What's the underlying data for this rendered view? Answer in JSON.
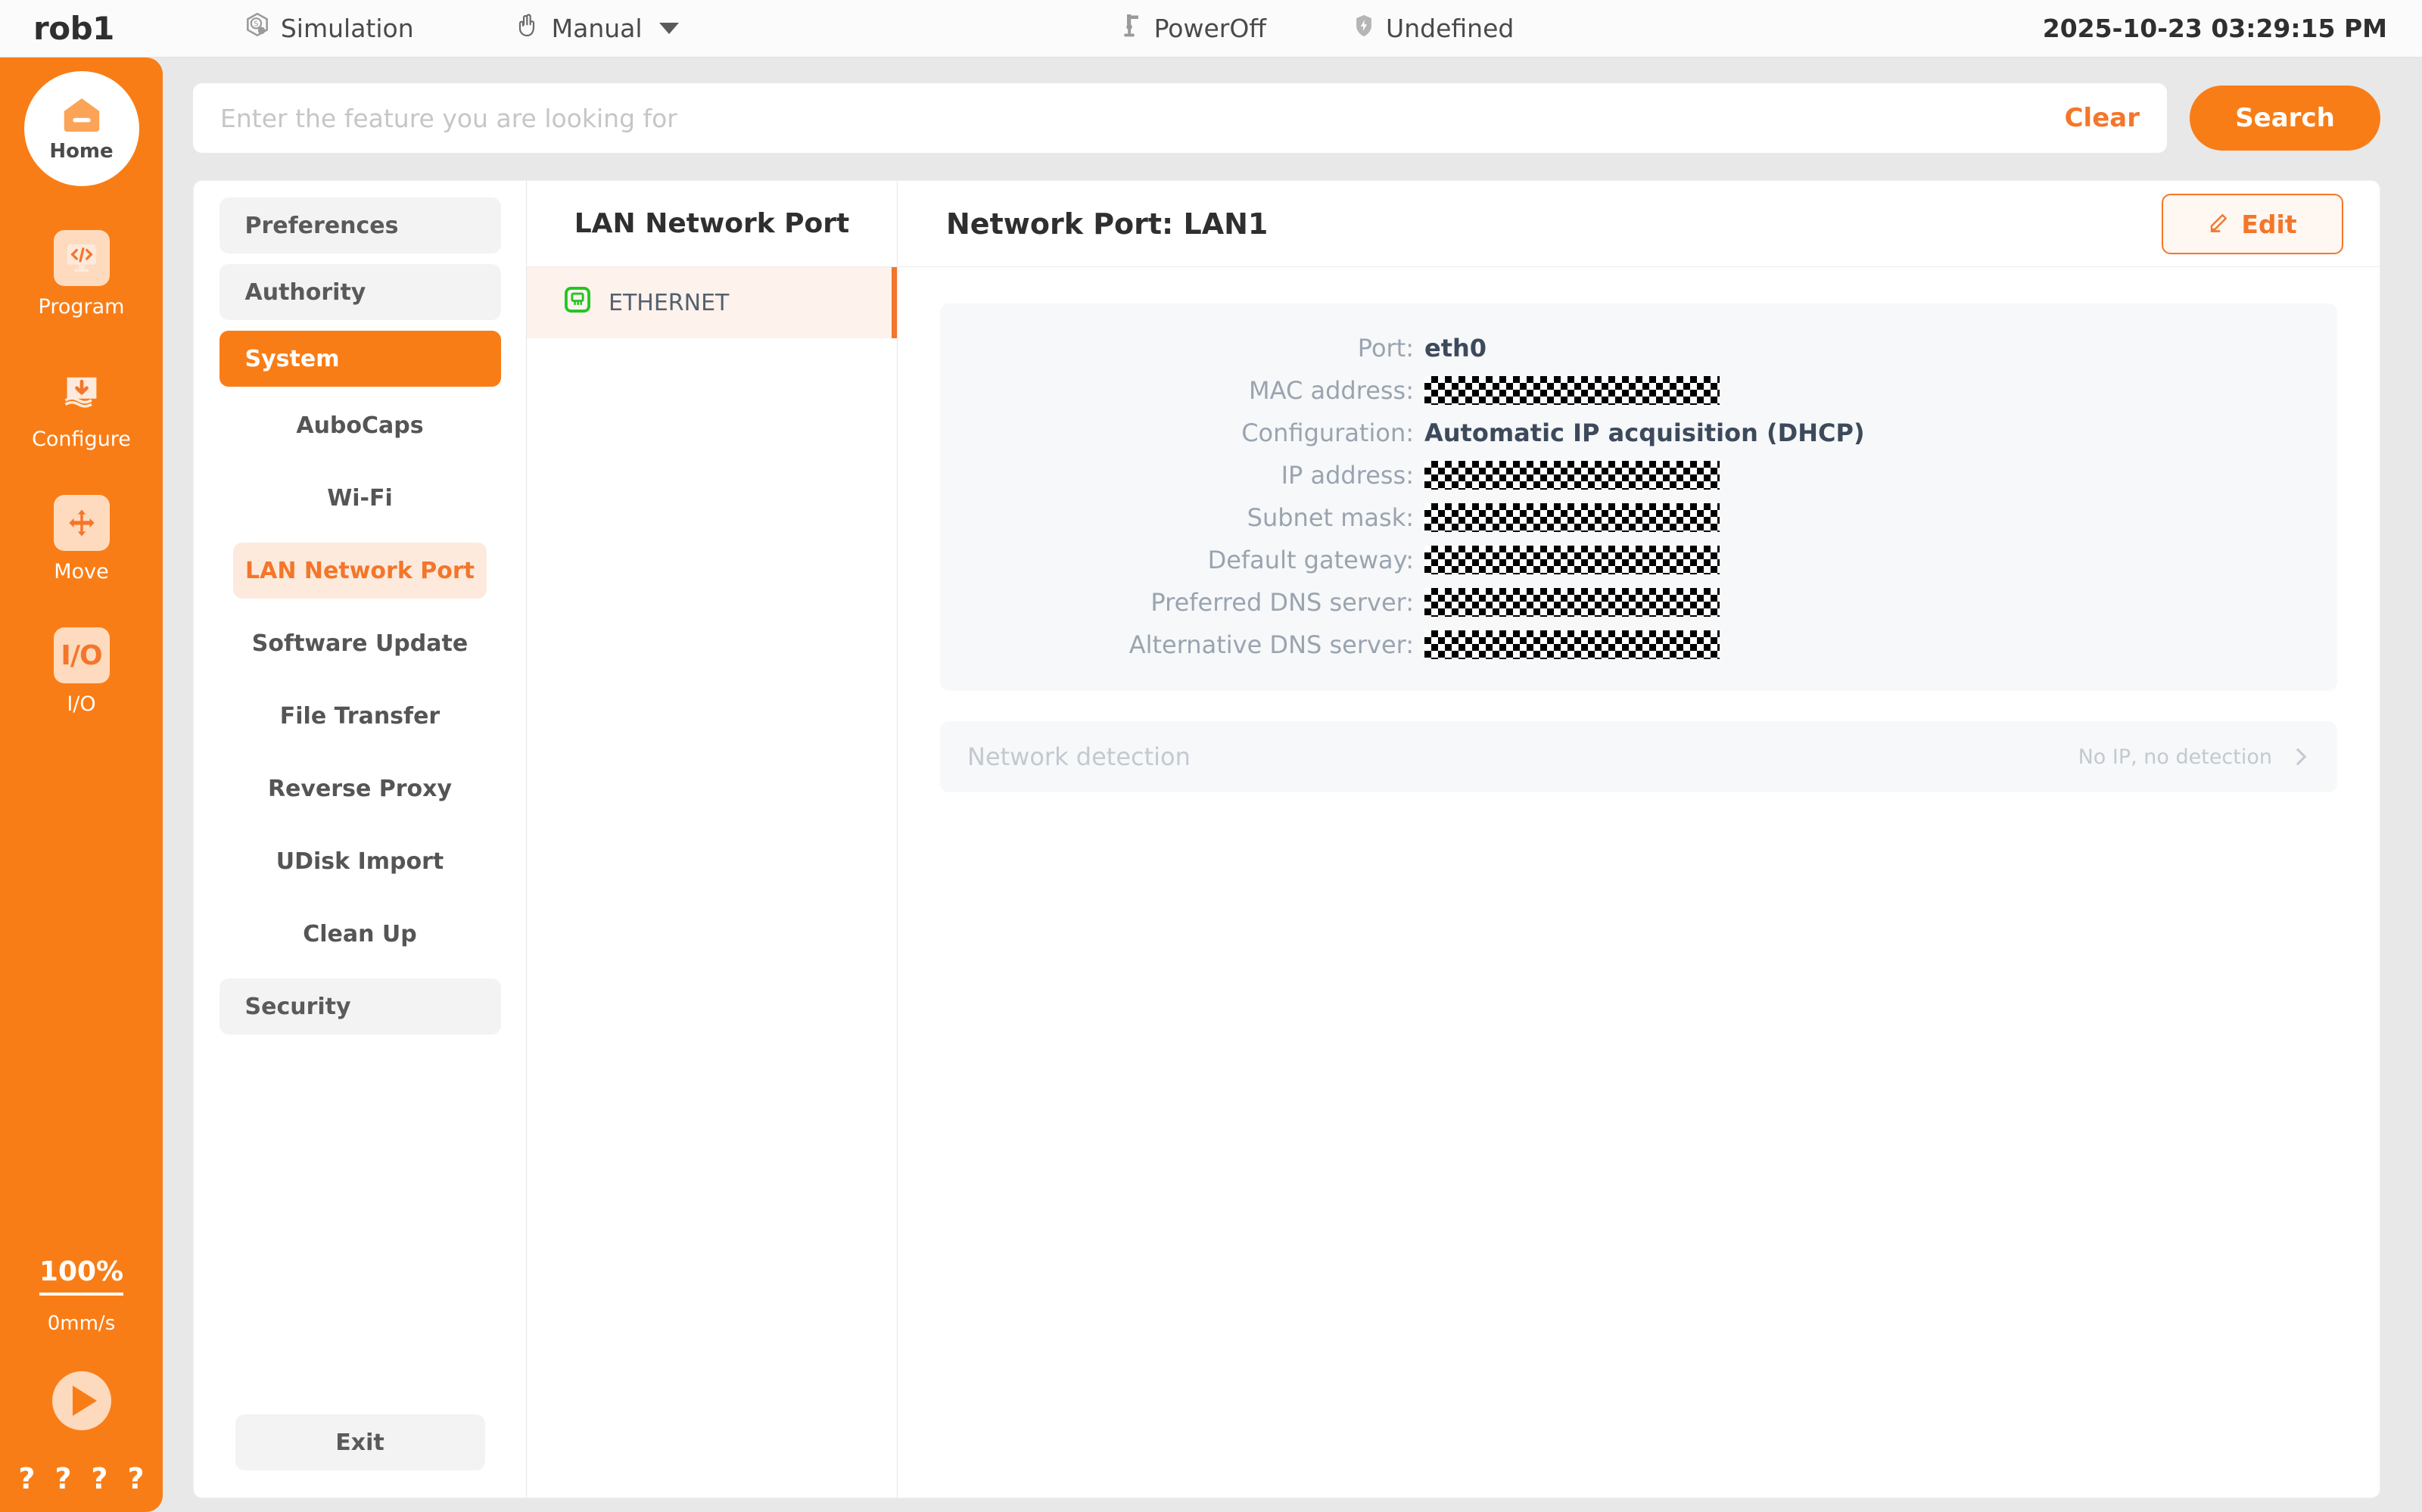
{
  "topbar": {
    "robot_name": "rob1",
    "simulation_label": "Simulation",
    "manual_label": "Manual",
    "power_label": "PowerOff",
    "undefined_label": "Undefined",
    "datetime": "2025-10-23 03:29:15 PM"
  },
  "rail": {
    "home_label": "Home",
    "items": [
      {
        "label": "Program",
        "icon": "code-icon"
      },
      {
        "label": "Configure",
        "icon": "download-file-icon"
      },
      {
        "label": "Move",
        "icon": "move-arrows-icon"
      },
      {
        "label": "I/O",
        "icon": "io-icon"
      }
    ],
    "speed_percent": "100%",
    "speed_value": "0mm/s",
    "help_marks": [
      "?",
      "?",
      "?",
      "?"
    ]
  },
  "search": {
    "placeholder": "Enter the feature you are looking for",
    "value": "",
    "clear_label": "Clear",
    "search_label": "Search"
  },
  "menu": {
    "groups": [
      {
        "label": "Preferences",
        "active": false
      },
      {
        "label": "Authority",
        "active": false
      },
      {
        "label": "System",
        "active": true
      }
    ],
    "sub_items": [
      {
        "label": "AuboCaps",
        "selected": false
      },
      {
        "label": "Wi-Fi",
        "selected": false
      },
      {
        "label": "LAN Network Port",
        "selected": true
      },
      {
        "label": "Software Update",
        "selected": false
      },
      {
        "label": "File Transfer",
        "selected": false
      },
      {
        "label": "Reverse Proxy",
        "selected": false
      },
      {
        "label": "UDisk Import",
        "selected": false
      },
      {
        "label": "Clean Up",
        "selected": false
      }
    ],
    "security_label": "Security",
    "exit_label": "Exit"
  },
  "device_panel": {
    "title": "LAN Network Port",
    "items": [
      {
        "label": "ETHERNET",
        "icon": "ethernet-port-icon",
        "selected": true
      }
    ]
  },
  "detail": {
    "title": "Network Port: LAN1",
    "edit_label": "Edit",
    "fields": [
      {
        "label": "Port:",
        "value": "eth0",
        "redacted": false
      },
      {
        "label": "MAC address:",
        "value": "",
        "redacted": true
      },
      {
        "label": "Configuration:",
        "value": "Automatic IP acquisition (DHCP)",
        "redacted": false
      },
      {
        "label": "IP address:",
        "value": "",
        "redacted": true
      },
      {
        "label": "Subnet mask:",
        "value": "",
        "redacted": true
      },
      {
        "label": "Default gateway:",
        "value": "",
        "redacted": true
      },
      {
        "label": "Preferred DNS server:",
        "value": "",
        "redacted": true
      },
      {
        "label": "Alternative DNS server:",
        "value": "",
        "redacted": true
      }
    ],
    "detection": {
      "label": "Network detection",
      "status": "No IP, no detection"
    }
  },
  "colors": {
    "brand_orange": "#f97d16",
    "accent_orange": "#f4762a",
    "ethernet_green": "#22c522"
  }
}
